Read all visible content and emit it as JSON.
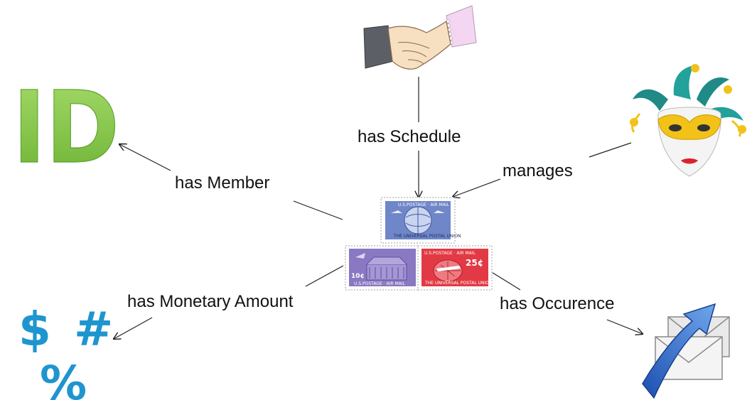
{
  "edges": {
    "has_schedule": "has Schedule",
    "manages": "manages",
    "has_member": "has Member",
    "has_monetary_amount": "has Monetary Amount",
    "has_occurence": "has Occurence"
  },
  "nodes": {
    "id_logo": "ID",
    "symbols": {
      "dollar": "$",
      "hash": "#",
      "percent": "%"
    },
    "stamps": {
      "blue": {
        "top": "U.S.POSTAGE · AIR MAIL",
        "bottom": "THE UNIVERSAL POSTAL UNION"
      },
      "purple": {
        "value": "10¢",
        "bottom": "U.S.POSTAGE · AIR MAIL"
      },
      "red": {
        "top": "U.S.POSTAGE · AIR MAIL",
        "value": "25¢",
        "bottom": "THE UNIVERSAL POSTAL UNION"
      }
    }
  },
  "colors": {
    "id_green": "#7cc242",
    "symbol_blue": "#1f95cf",
    "stamp_blue": "#6f86c8",
    "stamp_purple": "#8a78c2",
    "stamp_red": "#e23a44",
    "mask_teal": "#1f8a86",
    "mask_gold": "#f2c218"
  }
}
